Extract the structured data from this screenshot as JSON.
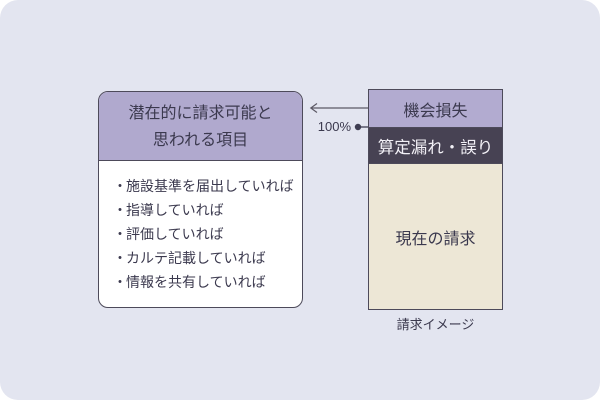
{
  "left_card": {
    "title_line1": "潜在的に請求可能と",
    "title_line2": "思われる項目",
    "bullet": "・",
    "items": [
      "施設基準を届出していれば",
      "指導していれば",
      "評価していれば",
      "カルテ記載していれば",
      "情報を共有していれば"
    ]
  },
  "stack": {
    "segments": [
      {
        "label": "機会損失",
        "bg": "#B2ABD0",
        "text_color": "#3B394E"
      },
      {
        "label": "算定漏れ・誤り",
        "bg": "#474253",
        "text_color": "#F2F0F6"
      },
      {
        "label": "現在の請求",
        "bg": "#EDE7D6",
        "text_color": "#3B394E"
      }
    ],
    "caption": "請求イメージ"
  },
  "annotations": {
    "percent_label": "100%"
  },
  "colors": {
    "canvas_bg": "#E3E5F0",
    "card_header_bg": "#B0A9CE",
    "card_body_bg": "#FFFFFF",
    "border": "#4D4A5A",
    "text": "#3B394E",
    "arrow": "#5C5965"
  }
}
